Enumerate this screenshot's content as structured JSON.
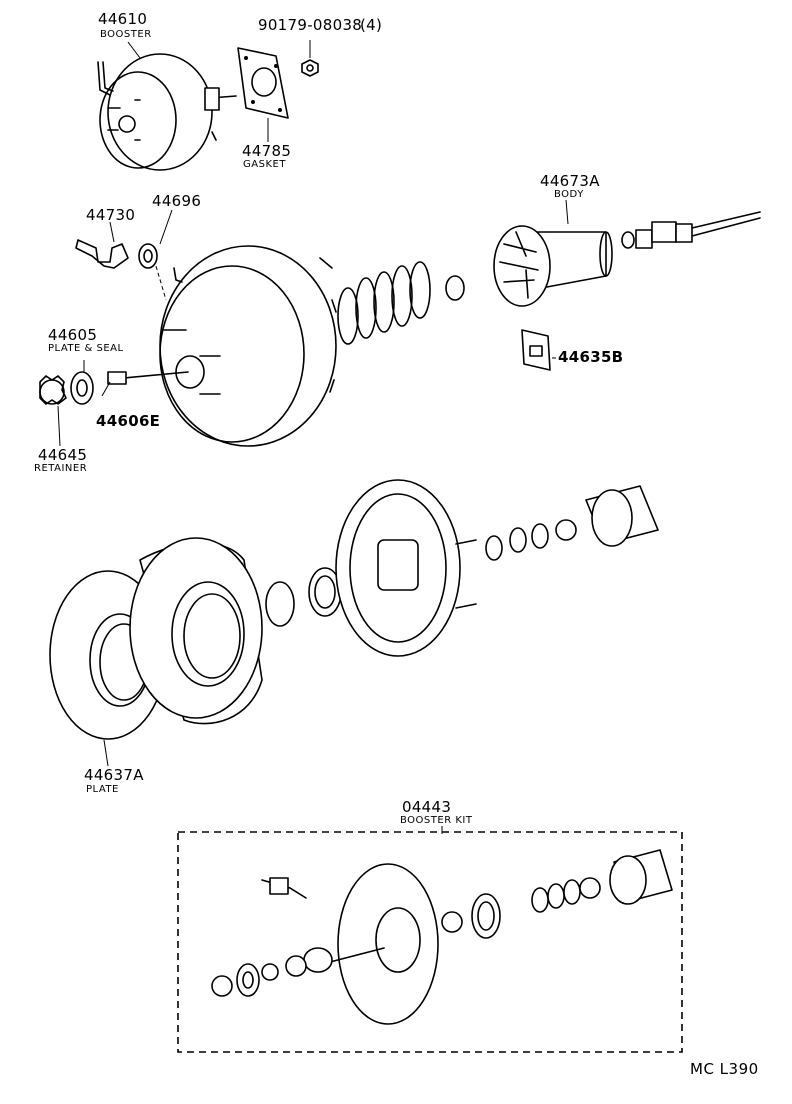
{
  "parts": {
    "booster": {
      "number": "44610",
      "name": "BOOSTER"
    },
    "nut": {
      "number": "90179-08038",
      "qty": "(4)"
    },
    "gasket": {
      "number": "44785",
      "name": "GASKET"
    },
    "vacuum_fitting": {
      "number": "44730"
    },
    "grommet": {
      "number": "44696"
    },
    "body": {
      "number": "44673A",
      "name": "BODY"
    },
    "plate_seal": {
      "number": "44605",
      "name": "PLATE & SEAL"
    },
    "key": {
      "number": "44635B"
    },
    "push_rod": {
      "number": "44606E"
    },
    "retainer": {
      "number": "44645",
      "name": "RETAINER"
    },
    "plate": {
      "number": "44637A",
      "name": "PLATE"
    },
    "booster_kit": {
      "number": "04443",
      "name": "BOOSTER KIT"
    }
  },
  "figure_ref": "MC L390"
}
